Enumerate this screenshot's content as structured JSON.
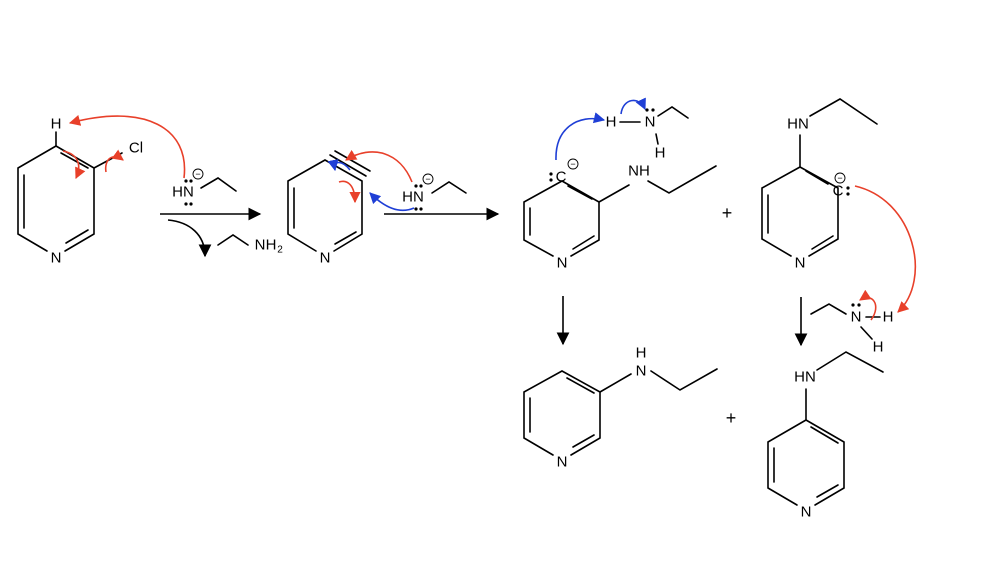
{
  "colors": {
    "bonds": "#000000",
    "push_arrow_red": "#e8402a",
    "push_arrow_blue": "#1f3fd6"
  },
  "atoms": {
    "N": "N",
    "H": "H",
    "C": "C",
    "Cl": "Cl",
    "HN": "HN",
    "NH": "NH",
    "sub2": "2"
  },
  "operators": {
    "plus": "+"
  },
  "charges": {
    "negative": "−"
  }
}
